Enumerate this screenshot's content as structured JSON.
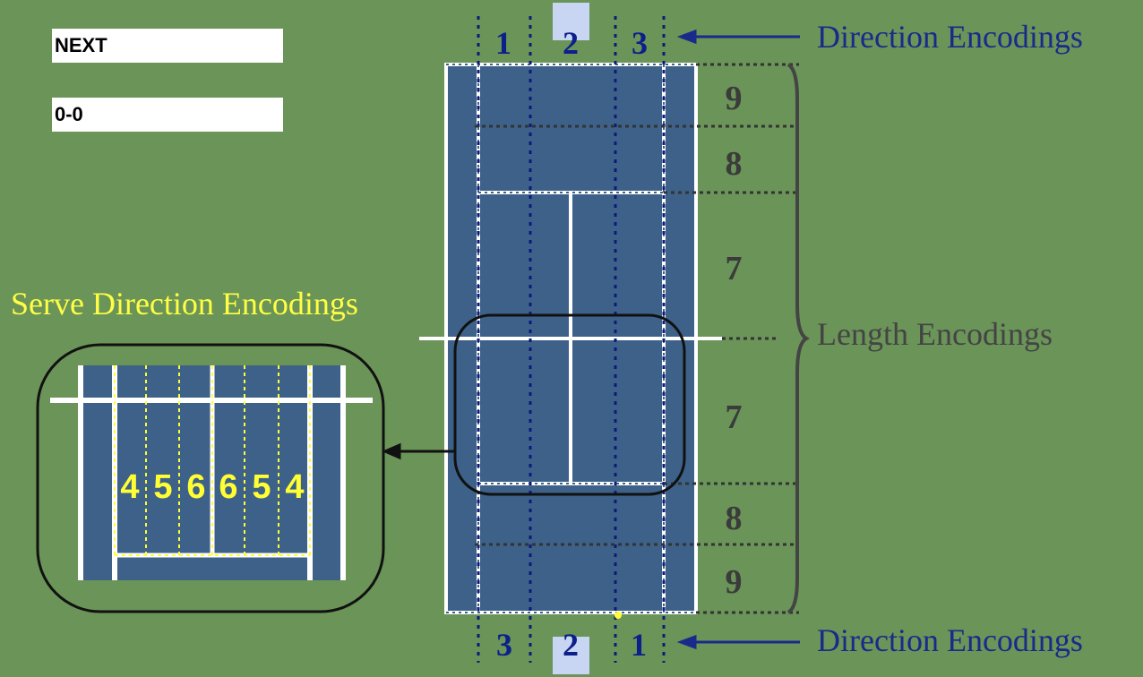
{
  "controls": {
    "next_label": "NEXT",
    "score": "0-0"
  },
  "labels": {
    "direction_top": "Direction Encodings",
    "direction_bottom": "Direction Encodings",
    "length": "Length Encodings",
    "serve": "Serve Direction Encodings"
  },
  "direction_numbers_top": [
    "1",
    "2",
    "3"
  ],
  "direction_numbers_bottom": [
    "3",
    "2",
    "1"
  ],
  "length_numbers": [
    "9",
    "8",
    "7",
    "7",
    "8",
    "9"
  ],
  "serve_numbers": [
    "4",
    "5",
    "6",
    "6",
    "5",
    "4"
  ],
  "colors": {
    "background": "#6a9458",
    "court": "#3d6188",
    "direction_text": "#1a2a8a",
    "length_text": "#444444",
    "serve_text": "#ffff44"
  }
}
